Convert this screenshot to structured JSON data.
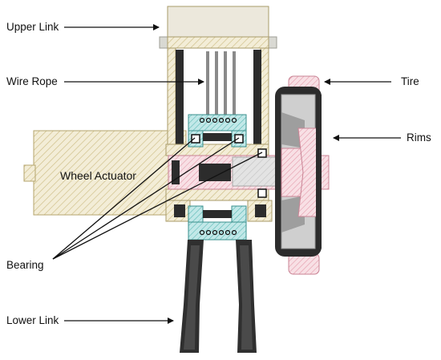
{
  "labels": {
    "upper_link": "Upper Link",
    "wire_rope": "Wire Rope",
    "wheel_actuator": "Wheel Actuator",
    "bearing": "Bearing",
    "lower_link": "Lower Link",
    "tire": "Tire",
    "rims": "Rims"
  },
  "colors": {
    "frame_hatch": "#c9b97e",
    "frame_fill": "#f3edd7",
    "teal_part": "#59b7b4",
    "teal_fill": "#bfe6e6",
    "pink_part": "#e7a4b1",
    "pink_fill": "#f8e2e6",
    "gray_part": "#c8c8c8",
    "dark_part": "#3a3a3a",
    "text": "#111111"
  }
}
